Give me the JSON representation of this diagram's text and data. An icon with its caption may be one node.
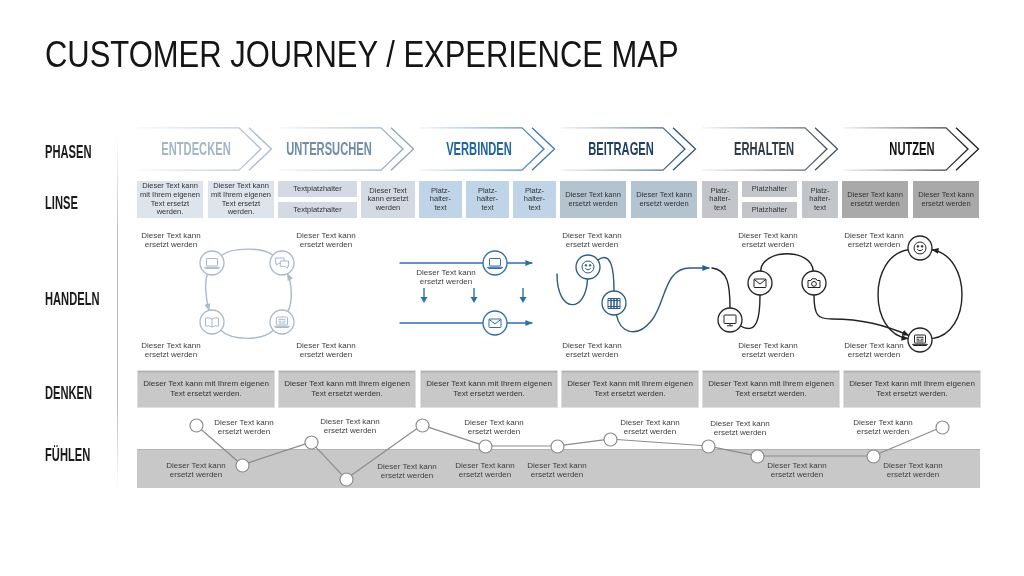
{
  "diagram": {
    "title": "CUSTOMER JOURNEY / EXPERIENCE MAP",
    "nodes": [
      {
        "text": [
          "ENTDECKEN"
        ]
      },
      {
        "text": [
          "UNTERSUCHEN"
        ]
      },
      {
        "text": [
          "VERBINDEN"
        ]
      },
      {
        "text": [
          "BEITRAGEN"
        ]
      },
      {
        "text": [
          "ERHALTEN"
        ]
      },
      {
        "text": [
          "NUTZEN"
        ]
      },
      {
        "text": [
          "Dieser Text kann mit Ihrem eigenen Text ersetzt werden."
        ]
      },
      {
        "text": [
          "Dieser Text kann mit Ihrem eigenen Text ersetzt werden."
        ]
      },
      {
        "text": [
          "Textplatzhalter"
        ]
      },
      {
        "text": [
          "Textplatzhalter"
        ]
      },
      {
        "text": [
          "Dieser Text kann ersetzt werden"
        ]
      },
      {
        "text": [
          "Platz- halter- text"
        ]
      },
      {
        "text": [
          "Platz- halter- text"
        ]
      },
      {
        "text": [
          "Platz- halter- text"
        ]
      },
      {
        "text": [
          "Dieser Text kann ersetzt werden"
        ]
      },
      {
        "text": [
          "Dieser Text kann ersetzt werden"
        ]
      },
      {
        "text": [
          "Platz- halter- text"
        ]
      },
      {
        "text": [
          "Platzhalter"
        ]
      },
      {
        "text": [
          "Platzhalter"
        ]
      },
      {
        "text": [
          "Platz- halter- text"
        ]
      },
      {
        "text": [
          "Dieser Text kann ersetzt werden"
        ]
      },
      {
        "text": [
          "Dieser Text kann ersetzt werden"
        ]
      },
      {
        "text": [],
        "shape": "circle",
        "beside": [
          "Dieser Text kann ersetzt werden"
        ]
      },
      {
        "text": [],
        "shape": "circle",
        "beside": [
          "Dieser Text kann ersetzt werden"
        ]
      },
      {
        "text": [],
        "shape": "circle",
        "beside": [
          "Dieser Text kann ersetzt werden"
        ]
      },
      {
        "text": [],
        "shape": "circle",
        "beside": [
          "Dieser Text kann ersetzt werden"
        ]
      },
      {
        "text": [],
        "shape": "circle"
      },
      {
        "text": [],
        "shape": "circle"
      },
      {
        "text": [],
        "shape": "circle",
        "beside": [
          "Dieser Text kann ersetzt werden"
        ]
      },
      {
        "text": [],
        "shape": "circle"
      },
      {
        "text": [],
        "shape": "circle",
        "beside": [
          "Dieser Text kann ersetzt werden"
        ]
      },
      {
        "text": [],
        "shape": "circle",
        "beside": [
          "Dieser Text kann ersetzt werden"
        ]
      },
      {
        "text": [],
        "shape": "circle"
      },
      {
        "text": [],
        "shape": "circle",
        "beside": [
          "Dieser Text kann ersetzt werden"
        ]
      },
      {
        "text": [],
        "shape": "circle",
        "beside": [
          "Dieser Text kann ersetzt werden"
        ]
      },
      {
        "text": [
          "Dieser Text kann mit Ihrem eigenen Text ersetzt werden."
        ]
      },
      {
        "text": [
          "Dieser Text kann mit Ihrem eigenen Text ersetzt werden."
        ]
      },
      {
        "text": [
          "Dieser Text kann mit Ihrem eigenen Text ersetzt werden."
        ]
      },
      {
        "text": [
          "Dieser Text kann mit Ihrem eigenen Text ersetzt werden."
        ]
      },
      {
        "text": [
          "Dieser Text kann mit Ihrem eigenen Text ersetzt werden."
        ]
      },
      {
        "text": [
          "Dieser Text kann mit Ihrem eigenen Text ersetzt werden."
        ]
      },
      {
        "text": [],
        "shape": "circle",
        "beside": [
          "Dieser Text kann ersetzt werden"
        ]
      },
      {
        "text": [],
        "shape": "circle",
        "beside": [
          "Dieser Text kann ersetzt werden"
        ]
      },
      {
        "text": [],
        "shape": "circle",
        "beside": [
          "Dieser Text kann ersetzt werden"
        ]
      },
      {
        "text": [],
        "shape": "circle",
        "beside": [
          "Dieser Text kann ersetzt werden"
        ]
      },
      {
        "text": [],
        "shape": "circle"
      },
      {
        "text": [],
        "shape": "circle",
        "beside": [
          "Dieser Text kann ersetzt werden"
        ]
      },
      {
        "text": [],
        "shape": "circle",
        "beside": [
          "Dieser Text kann ersetzt werden"
        ]
      },
      {
        "text": [],
        "shape": "circle",
        "beside": [
          "Dieser Text kann ersetzt werden"
        ]
      },
      {
        "text": [],
        "shape": "circle",
        "beside": [
          "Dieser Text kann ersetzt werden"
        ]
      },
      {
        "text": [],
        "shape": "circle",
        "beside": [
          "Dieser Text kann ersetzt werden"
        ]
      },
      {
        "text": [],
        "shape": "circle",
        "beside": [
          "Dieser Text kann ersetzt werden"
        ]
      },
      {
        "text": [],
        "shape": "circle"
      }
    ],
    "edges": [
      {
        "from": 22,
        "to": 23,
        "arrow": "none",
        "color": "#a7bacb"
      },
      {
        "from": 22,
        "to": 24,
        "arrow": "to",
        "color": "#a7bacb"
      },
      {
        "from": 24,
        "to": 25,
        "arrow": "none",
        "color": "#a7bacb"
      },
      {
        "from": 25,
        "to": 23,
        "arrow": "to",
        "color": "#a7bacb"
      },
      {
        "from": null,
        "to": 26,
        "arrow": "none",
        "color": "#2f6fa8"
      },
      {
        "from": 26,
        "to": null,
        "arrow": "to",
        "color": "#2f6fa8"
      },
      {
        "from": null,
        "to": 27,
        "arrow": "none",
        "color": "#2f6fa8"
      },
      {
        "from": 27,
        "to": null,
        "arrow": "to",
        "color": "#2f6fa8"
      },
      {
        "from": null,
        "to": 28,
        "arrow": "none",
        "color": "#2b5b87"
      },
      {
        "from": 28,
        "to": 29,
        "arrow": "none",
        "color": "#2b5b87"
      },
      {
        "from": 29,
        "to": null,
        "arrow": "to",
        "color": "#2b5b87"
      },
      {
        "from": null,
        "to": 30,
        "arrow": "none",
        "color": "#222222"
      },
      {
        "from": 30,
        "to": 31,
        "arrow": "none",
        "color": "#222222"
      },
      {
        "from": 31,
        "to": 32,
        "arrow": "none",
        "color": "#222222"
      },
      {
        "from": 32,
        "to": 34,
        "arrow": "to",
        "color": "#222222"
      },
      {
        "from": 33,
        "to": 34,
        "arrow": "to",
        "color": "#222222"
      },
      {
        "from": 34,
        "to": 33,
        "arrow": "to",
        "color": "#222222"
      },
      {
        "from": 41,
        "to": 42,
        "arrow": "none"
      },
      {
        "from": 42,
        "to": 43,
        "arrow": "none"
      },
      {
        "from": 43,
        "to": 44,
        "arrow": "none"
      },
      {
        "from": 44,
        "to": 45,
        "arrow": "none"
      },
      {
        "from": 45,
        "to": 46,
        "arrow": "none"
      },
      {
        "from": 46,
        "to": 47,
        "arrow": "none"
      },
      {
        "from": 47,
        "to": 48,
        "arrow": "none"
      },
      {
        "from": 48,
        "to": 49,
        "arrow": "none"
      },
      {
        "from": 49,
        "to": 50,
        "arrow": "none"
      },
      {
        "from": 50,
        "to": 51,
        "arrow": "none"
      },
      {
        "from": 51,
        "to": 52,
        "arrow": "none"
      }
    ],
    "labels": [
      "PHASEN",
      "LINSE",
      "HANDELN",
      "Dieser Text kann ersetzt werden",
      "Dieser Text kann ersetzt werden",
      "DENKEN",
      "FÜHLEN",
      "Dieser Text kann ersetzt werden",
      "Dieser Text kann ersetzt werden"
    ]
  }
}
